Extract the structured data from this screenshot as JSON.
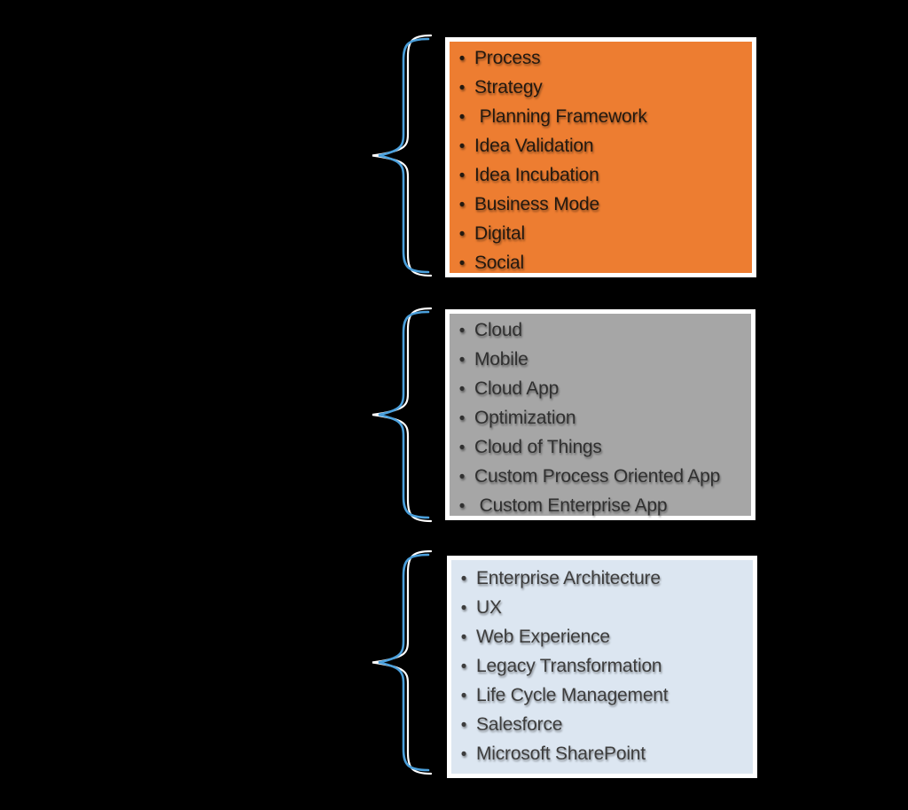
{
  "bullet": "•",
  "colors": {
    "background": "#000000",
    "box_border": "#FFFFFF",
    "brace_line": "#4BA0DC",
    "brace_highlight": "#FFFFFF"
  },
  "groups": [
    {
      "id": "top-orange",
      "fill": "#ED7D31",
      "text_color": "#231910",
      "items": [
        "Process",
        "Strategy",
        " Planning Framework",
        "Idea Validation",
        "Idea Incubation",
        "Business Mode",
        "Digital",
        "Social"
      ]
    },
    {
      "id": "middle-gray",
      "fill": "#A6A6A6",
      "text_color": "#303030",
      "items": [
        "Cloud",
        "Mobile",
        "Cloud App",
        "Optimization",
        "Cloud of Things",
        "Custom Process Oriented App",
        " Custom Enterprise App"
      ]
    },
    {
      "id": "bottom-blue",
      "fill": "#DCE6F1",
      "text_color": "#3D3D3D",
      "items": [
        "Enterprise Architecture",
        "UX",
        "Web Experience",
        "Legacy Transformation",
        "Life Cycle Management",
        "Salesforce",
        "Microsoft SharePoint"
      ]
    }
  ]
}
